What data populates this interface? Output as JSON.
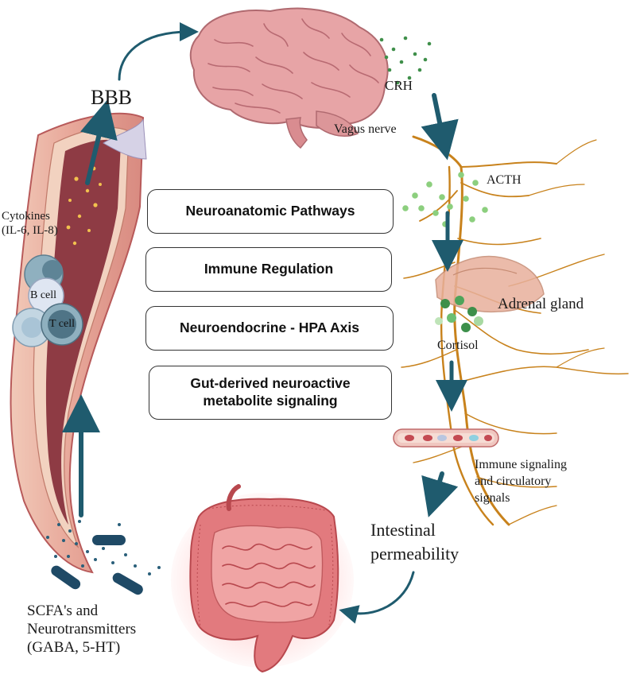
{
  "labels": {
    "bbb": "BBB",
    "crh": "CRH",
    "vagus_nerve": "Vagus nerve",
    "acth": "ACTH",
    "adrenal_gland": "Adrenal gland",
    "cortisol": "Cortisol",
    "cytokines_line1": "Cytokines",
    "cytokines_line2": "(IL-6, IL-8)",
    "b_cell": "B cell",
    "t_cell": "T cell",
    "immune_line1": "Immune signaling",
    "immune_line2": "and circulatory",
    "immune_line3": "signals",
    "intestinal_line1": "Intestinal",
    "intestinal_line2": "permeability",
    "scfa_line1": "SCFA's and",
    "scfa_line2": "Neurotransmitters",
    "scfa_line3": "(GABA, 5-HT)"
  },
  "pathways": [
    {
      "line1": "Neuroanatomic Pathways",
      "line2": ""
    },
    {
      "line1": "Immune Regulation",
      "line2": ""
    },
    {
      "line1": "Neuroendocrine - HPA Axis",
      "line2": ""
    },
    {
      "line1": "Gut-derived neuroactive",
      "line2": "metabolite signaling"
    }
  ],
  "colors": {
    "arrow": "#1f5b6e",
    "nerve": "#c8821c",
    "brain": "#e8a6a8",
    "vessel_outer": "#e2928a",
    "vessel_inner": "#8e3b44",
    "gut": "#e27a7e",
    "acth_dots": "#8ccf7e",
    "crh_dots": "#3f8f4a"
  }
}
